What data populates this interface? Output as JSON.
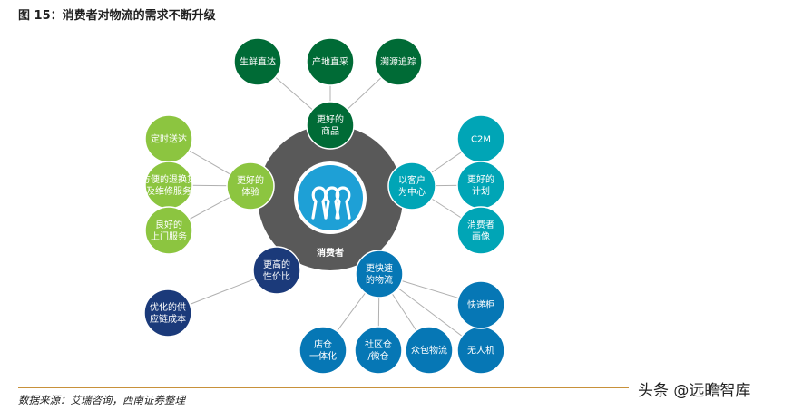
{
  "header": {
    "title": "图 15：消费者对物流的需求不断升级"
  },
  "footer": {
    "source": "数据来源：艾瑞咨询，西南证券整理",
    "watermark": "头条 @远瞻智库"
  },
  "colors": {
    "dark_green": "#006b36",
    "light_green": "#8cc540",
    "teal": "#00a5b6",
    "navy": "#1b3a7a",
    "blue": "#0677b5",
    "hub_ring": "#595959",
    "core": "#1ea0d6",
    "link": "#b0b0b0"
  },
  "center": {
    "label": "消费者",
    "icon": "people-logo-icon"
  },
  "hubs": [
    {
      "id": "goods",
      "label": [
        "更好的",
        "商品"
      ],
      "color": "dark_green",
      "children": [
        {
          "label": [
            "生鲜直达"
          ]
        },
        {
          "label": [
            "产地直采"
          ]
        },
        {
          "label": [
            "溯源追踪"
          ]
        }
      ]
    },
    {
      "id": "experience",
      "label": [
        "更好的",
        "体验"
      ],
      "color": "light_green",
      "children": [
        {
          "label": [
            "定时送达"
          ]
        },
        {
          "label": [
            "方便的退换货",
            "及维修服务"
          ]
        },
        {
          "label": [
            "良好的",
            "上门服务"
          ]
        }
      ]
    },
    {
      "id": "customer",
      "label": [
        "以客户",
        "为中心"
      ],
      "color": "teal",
      "children": [
        {
          "label": [
            "C2M"
          ]
        },
        {
          "label": [
            "更好的",
            "计划"
          ]
        },
        {
          "label": [
            "消费者",
            "画像"
          ]
        }
      ]
    },
    {
      "id": "value",
      "label": [
        "更高的",
        "性价比"
      ],
      "color": "navy",
      "children": [
        {
          "label": [
            "优化的供",
            "应链成本"
          ]
        }
      ]
    },
    {
      "id": "logistics",
      "label": [
        "更快速",
        "的物流"
      ],
      "color": "blue",
      "children": [
        {
          "label": [
            "店仓",
            "一体化"
          ]
        },
        {
          "label": [
            "社区仓",
            "/微仓"
          ]
        },
        {
          "label": [
            "众包物流"
          ]
        },
        {
          "label": [
            "无人机"
          ]
        },
        {
          "label": [
            "快递柜"
          ]
        }
      ]
    }
  ]
}
